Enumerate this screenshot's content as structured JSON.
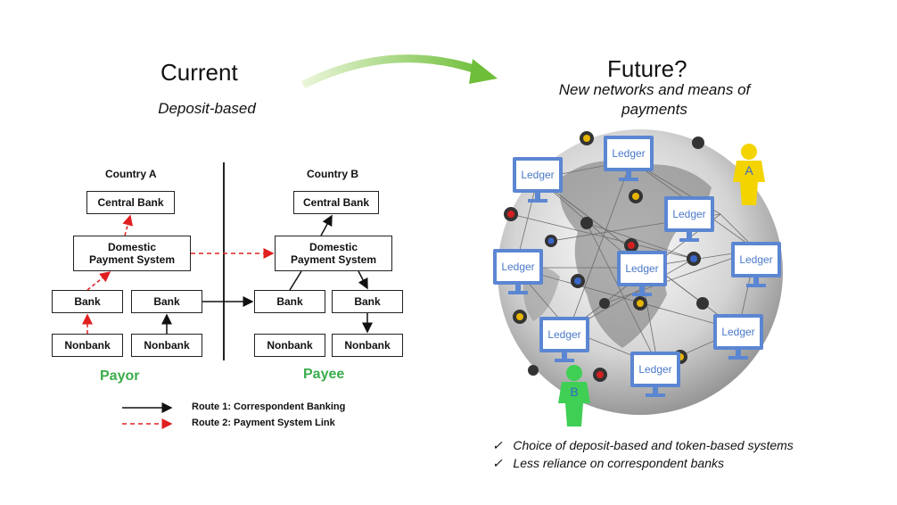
{
  "left": {
    "title": "Current",
    "subtitle": "Deposit-based",
    "country_a": "Country A",
    "country_b": "Country B",
    "boxes": {
      "central_bank_a": "Central Bank",
      "domestic_a_line1": "Domestic",
      "domestic_a_line2": "Payment System",
      "bank_a1": "Bank",
      "bank_a2": "Bank",
      "nonbank_a1": "Nonbank",
      "nonbank_a2": "Nonbank",
      "central_bank_b": "Central Bank",
      "domestic_b_line1": "Domestic",
      "domestic_b_line2": "Payment System",
      "bank_b1": "Bank",
      "bank_b2": "Bank",
      "nonbank_b1": "Nonbank",
      "nonbank_b2": "Nonbank"
    },
    "payor": "Payor",
    "payee": "Payee",
    "legend": {
      "route1": "Route 1: Correspondent Banking",
      "route2": "Route 2: Payment System Link"
    }
  },
  "right": {
    "title": "Future?",
    "subtitle_line1": "New networks and means of",
    "subtitle_line2": "payments",
    "ledger_label": "Ledger",
    "person_a": "A",
    "person_b": "B",
    "bullets": [
      "Choice of deposit-based and token-based systems",
      "Less reliance on correspondent banks"
    ],
    "check": "✓"
  },
  "colors": {
    "payor_payee": "#3cad4b",
    "route1": "#111111",
    "route2": "#e02020",
    "ledger": "#5b86d2",
    "person_a": "#f4d400",
    "person_b": "#3fcf55",
    "arrow": "#7cc242"
  }
}
